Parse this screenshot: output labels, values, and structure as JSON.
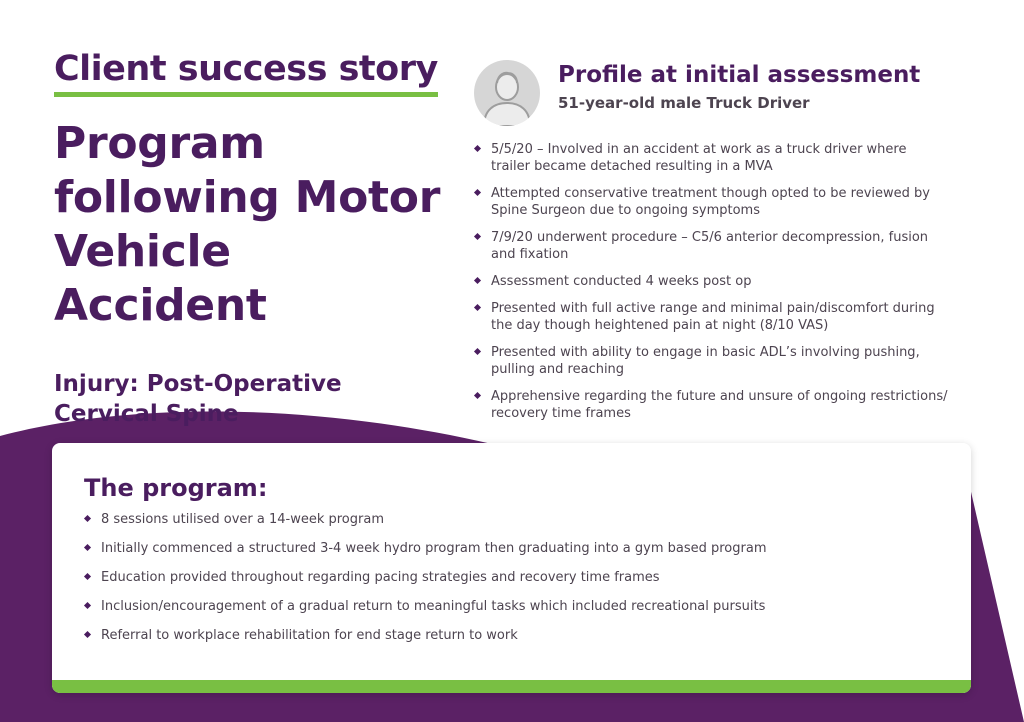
{
  "header": {
    "eyebrow": "Client success story",
    "title_lines": [
      "Program",
      "following Motor",
      "Vehicle Accident"
    ],
    "injury_lines": [
      "Injury: Post-Operative",
      "Cervical Spine"
    ]
  },
  "profile": {
    "avatar_icon": "user-avatar-icon",
    "title": "Profile at initial assessment",
    "subtitle": "51-year-old male Truck Driver",
    "items": [
      [
        "5/5/20 – Involved in an accident at work as a truck driver where",
        "trailer became detached resulting in a MVA"
      ],
      [
        "Attempted conservative treatment though opted to be reviewed by",
        "Spine Surgeon due to ongoing symptoms"
      ],
      [
        "7/9/20 underwent procedure – C5/6 anterior decompression, fusion",
        "and fixation"
      ],
      [
        "Assessment conducted 4 weeks post op"
      ],
      [
        "Presented with full active range and minimal pain/discomfort during",
        "the day though heightened pain at night (8/10 VAS)"
      ],
      [
        "Presented with ability to engage in basic ADL’s involving pushing,",
        "pulling and reaching"
      ],
      [
        "Apprehensive regarding the future and unsure of ongoing restrictions/",
        "recovery time frames"
      ]
    ]
  },
  "program": {
    "title": "The program:",
    "items": [
      "8 sessions utilised over a 14-week program",
      "Initially commenced a structured 3-4 week hydro program then graduating into a gym based program",
      "Education provided throughout regarding pacing strategies and recovery time frames",
      "Inclusion/encouragement of a gradual return to meaningful tasks which included recreational pursuits",
      "Referral to workplace rehabilitation for end stage return to work"
    ]
  },
  "colors": {
    "brand_purple": "#4a1d5f",
    "wave_purple": "#5b2165",
    "accent_green": "#79bf43",
    "body_text": "#4d4450",
    "avatar_gray": "#d6d6d6"
  }
}
